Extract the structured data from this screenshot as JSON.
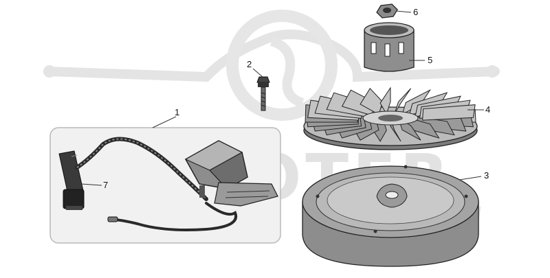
{
  "diagram": {
    "callouts": [
      {
        "id": "1",
        "label": "1"
      },
      {
        "id": "2",
        "label": "2"
      },
      {
        "id": "3",
        "label": "3"
      },
      {
        "id": "4",
        "label": "4"
      },
      {
        "id": "5",
        "label": "5"
      },
      {
        "id": "6",
        "label": "6"
      },
      {
        "id": "7",
        "label": "7"
      }
    ]
  },
  "watermark": {
    "text": "SCOOTER"
  },
  "colors": {
    "part_fill": "#9a9a9a",
    "part_dark": "#5a5a5a",
    "outline": "#222222",
    "inset_bg": "#f1f1f1",
    "watermark": "#e2e2e2"
  }
}
